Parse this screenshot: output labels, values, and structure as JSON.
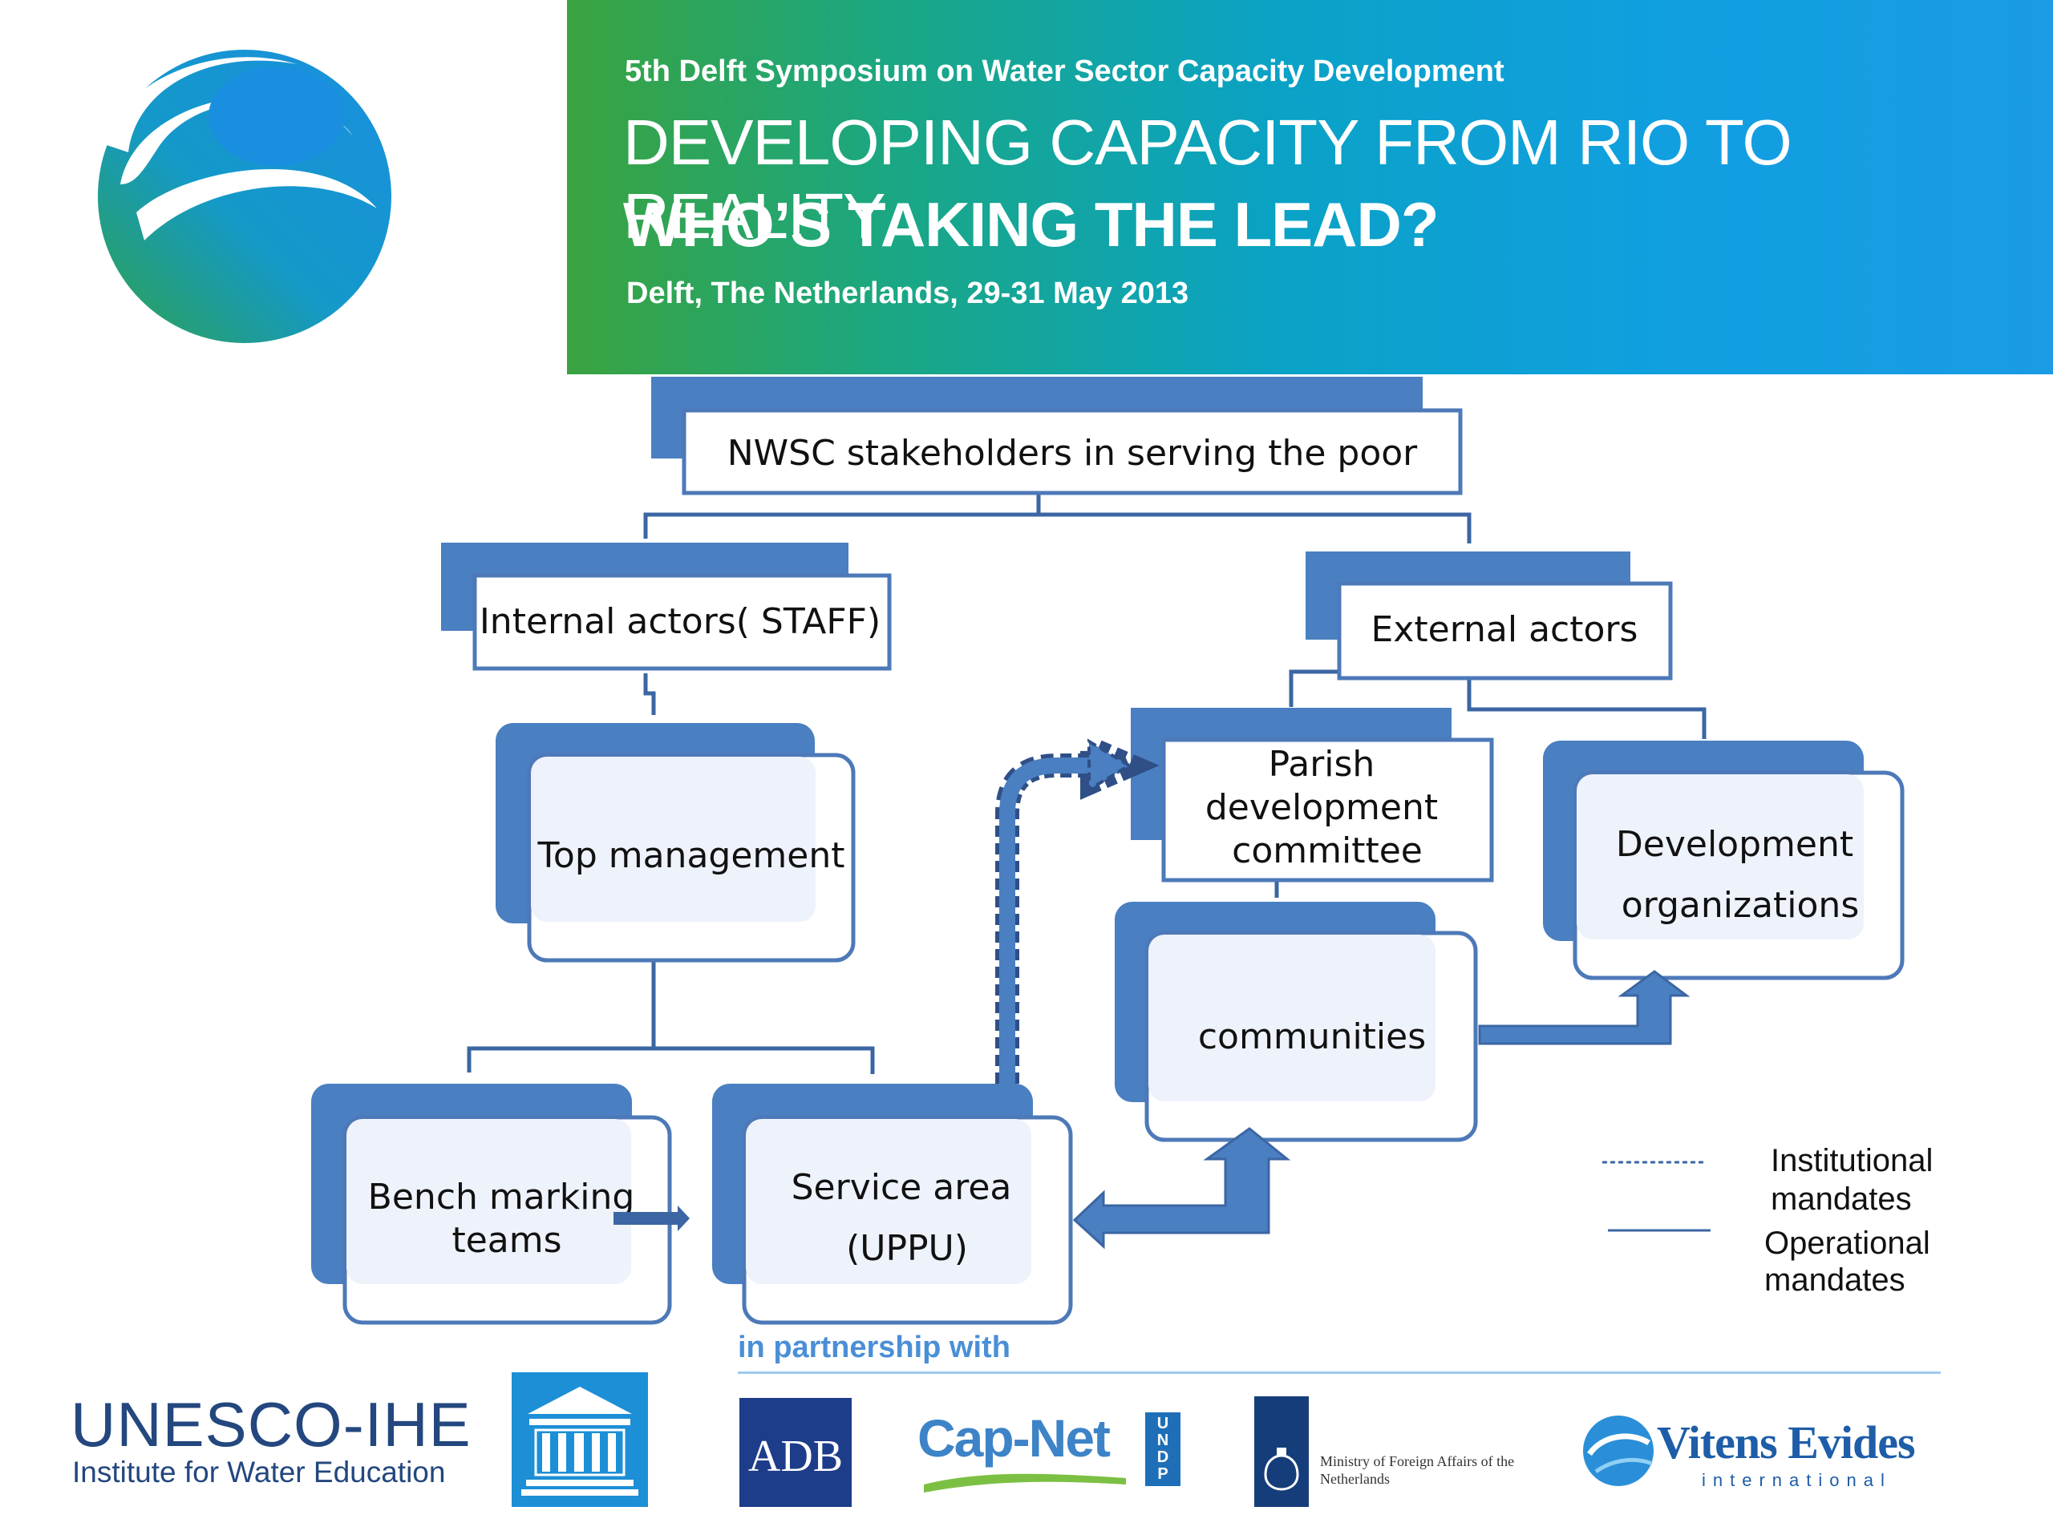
{
  "banner": {
    "subtitle": "5th Delft Symposium on Water Sector Capacity Development",
    "title_line1": "DEVELOPING CAPACITY FROM RIO TO REALITY",
    "title_line2": "WHO’S TAKING THE LEAD?",
    "location_date": "Delft, The Netherlands, 29-31 May 2013"
  },
  "diagram": {
    "root": "NWSC stakeholders in  serving the poor",
    "internal": "Internal actors( STAFF)",
    "external": "External  actors",
    "top_management": "Top management",
    "bench_marking": [
      "Bench marking",
      "teams"
    ],
    "service_area": [
      "Service area",
      "(UPPU)"
    ],
    "parish": [
      "Parish",
      "development",
      "committee"
    ],
    "communities": "communities",
    "development_orgs": [
      "Development",
      "organizations"
    ]
  },
  "legend": {
    "institutional": [
      "Institutional",
      "mandates"
    ],
    "operational": [
      "Operational",
      "mandates"
    ]
  },
  "partners": {
    "heading": "in partnership with",
    "unesco_ihe": "UNESCO-IHE",
    "unesco_ihe_sub": "Institute for Water Education",
    "adb": "ADB",
    "capnet": "Cap-Net",
    "undp": [
      "U",
      "N",
      "D",
      "P"
    ],
    "minbuza": "Ministry of Foreign Affairs of the Netherlands",
    "vitens": "Vitens Evides",
    "vitens_sub": "international"
  },
  "colors": {
    "box_fill": "#4a7fc1",
    "box_front": "#eef2fb",
    "box_border": "#4d79b8",
    "arrow": "#4a7fc1",
    "connector": "#3c66a3"
  }
}
